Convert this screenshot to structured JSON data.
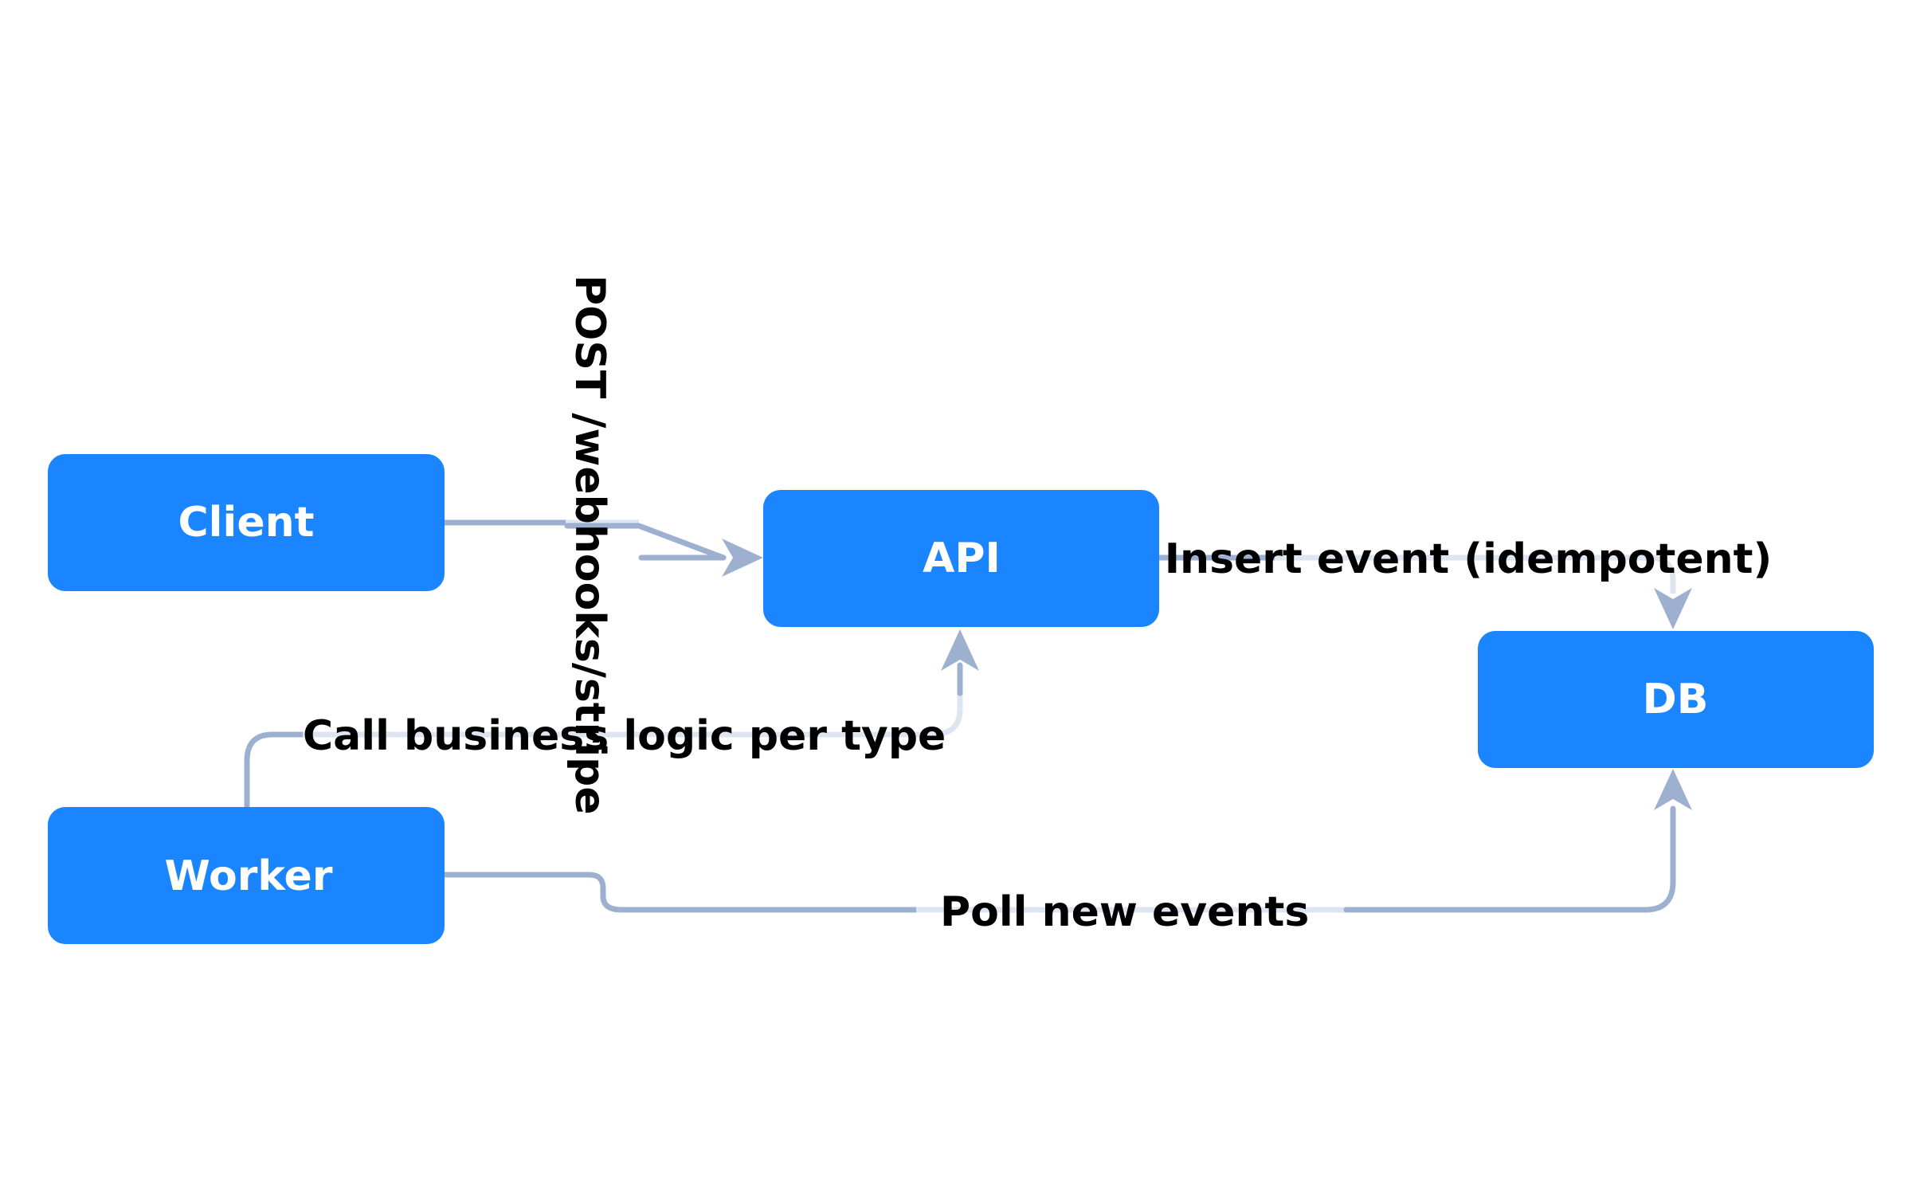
{
  "nodes": {
    "client": "Client",
    "api": "API",
    "db": "DB",
    "worker": "Worker"
  },
  "edges": {
    "post_webhooks": "POST /webhooks/stripe",
    "insert_event": "Insert event (idempotent)",
    "call_business_logic": "Call business logic per type",
    "poll_new_events": "Poll new events"
  },
  "colors": {
    "node_fill": "#1a85ff",
    "node_text": "#ffffff",
    "edge": "#9eb0d0",
    "label_text": "#000000"
  }
}
